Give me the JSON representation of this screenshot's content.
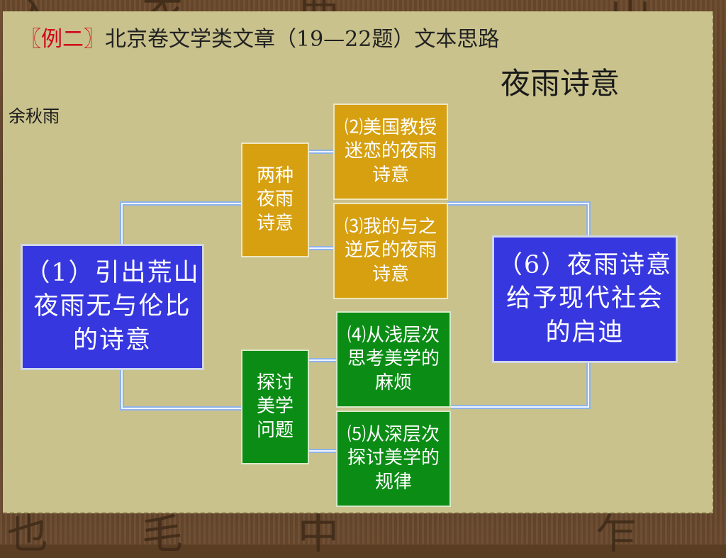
{
  "title": {
    "tag": "〖例二〗",
    "text": "北京卷文学类文章（19—22题）文本思路"
  },
  "subtitle": "夜雨诗意",
  "author": "余秋雨",
  "nodes": {
    "start": "（1）引出荒山夜雨无与伦比的诗意",
    "group_a": "两种夜雨诗意",
    "a1": "⑵美国教授迷恋的夜雨诗意",
    "a2": "⑶我的与之逆反的夜雨诗意",
    "group_b": "探讨美学问题",
    "b1": "⑷从浅层次思考美学的麻烦",
    "b2": "⑸从深层次探讨美学的规律",
    "end": "（6）夜雨诗意给予现代社会的启迪"
  },
  "colors": {
    "blue_box": "#3737e0",
    "orange_box": "#d6a010",
    "green_box": "#0b8d15",
    "title_tag": "#d0021b",
    "connector": "#8fb3e8"
  }
}
